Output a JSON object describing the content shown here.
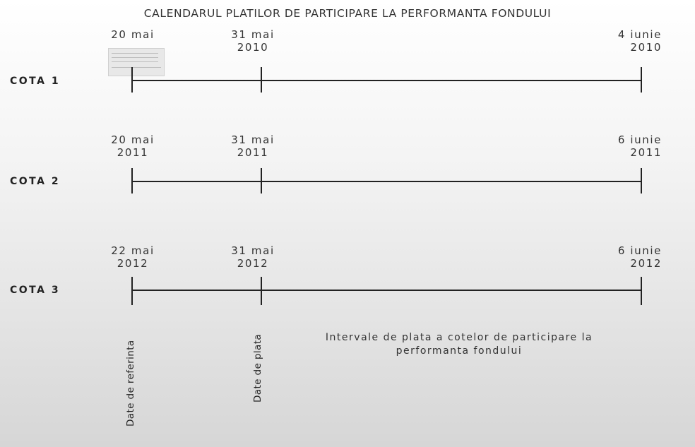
{
  "title": "CALENDARUL PLATILOR DE PARTICIPARE LA PERFORMANTA FONDULUI",
  "rows": [
    {
      "label": "COTA 1",
      "dates": [
        "20 mai",
        "31 mai\n2010",
        "4 iunie\n2010"
      ]
    },
    {
      "label": "COTA 2",
      "dates": [
        "20 mai\n2011",
        "31 mai\n2011",
        "6 iunie\n2011"
      ]
    },
    {
      "label": "COTA 3",
      "dates": [
        "22 mai\n2012",
        "31 mai\n2012",
        "6 iunie\n2012"
      ]
    }
  ],
  "vertical_labels": [
    "Date de referinta",
    "Date de plata"
  ],
  "note": "Intervale de plata a cotelor de participare la performanta fondului",
  "colors": {
    "line": "#222222",
    "text": "#333333",
    "background_top": "#ffffff",
    "background_bottom": "#d6d6d6"
  }
}
